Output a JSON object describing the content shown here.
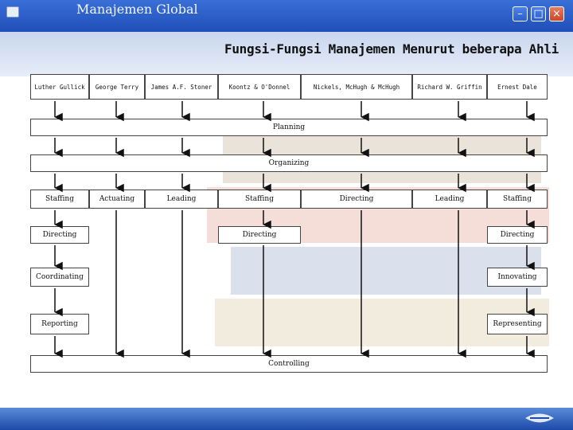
{
  "window": {
    "title": "Manajemen Global"
  },
  "slide": {
    "title": "Fungsi-Fungsi Manajemen Menurut beberapa Ahli"
  },
  "experts": [
    {
      "name": "Luther Gullick"
    },
    {
      "name": "George Terry"
    },
    {
      "name": "James A.F. Stoner"
    },
    {
      "name": "Koontz & O'Donnel"
    },
    {
      "name": "Nickels, McHugh & McHugh"
    },
    {
      "name": "Richard W. Griffin"
    },
    {
      "name": "Ernest Dale"
    }
  ],
  "functions": {
    "planning": "Planning",
    "organizing": "Organizing",
    "controlling": "Controlling",
    "row3": [
      "Staffing",
      "Actuating",
      "Leading",
      "Staffing",
      "Directing",
      "Leading",
      "Staffing"
    ],
    "directing_left": "Directing",
    "directing_mid": "Directing",
    "directing_right": "Directing",
    "coordinating": "Coordinating",
    "innovating": "Innovating",
    "reporting": "Reporting",
    "representing": "Representing"
  }
}
